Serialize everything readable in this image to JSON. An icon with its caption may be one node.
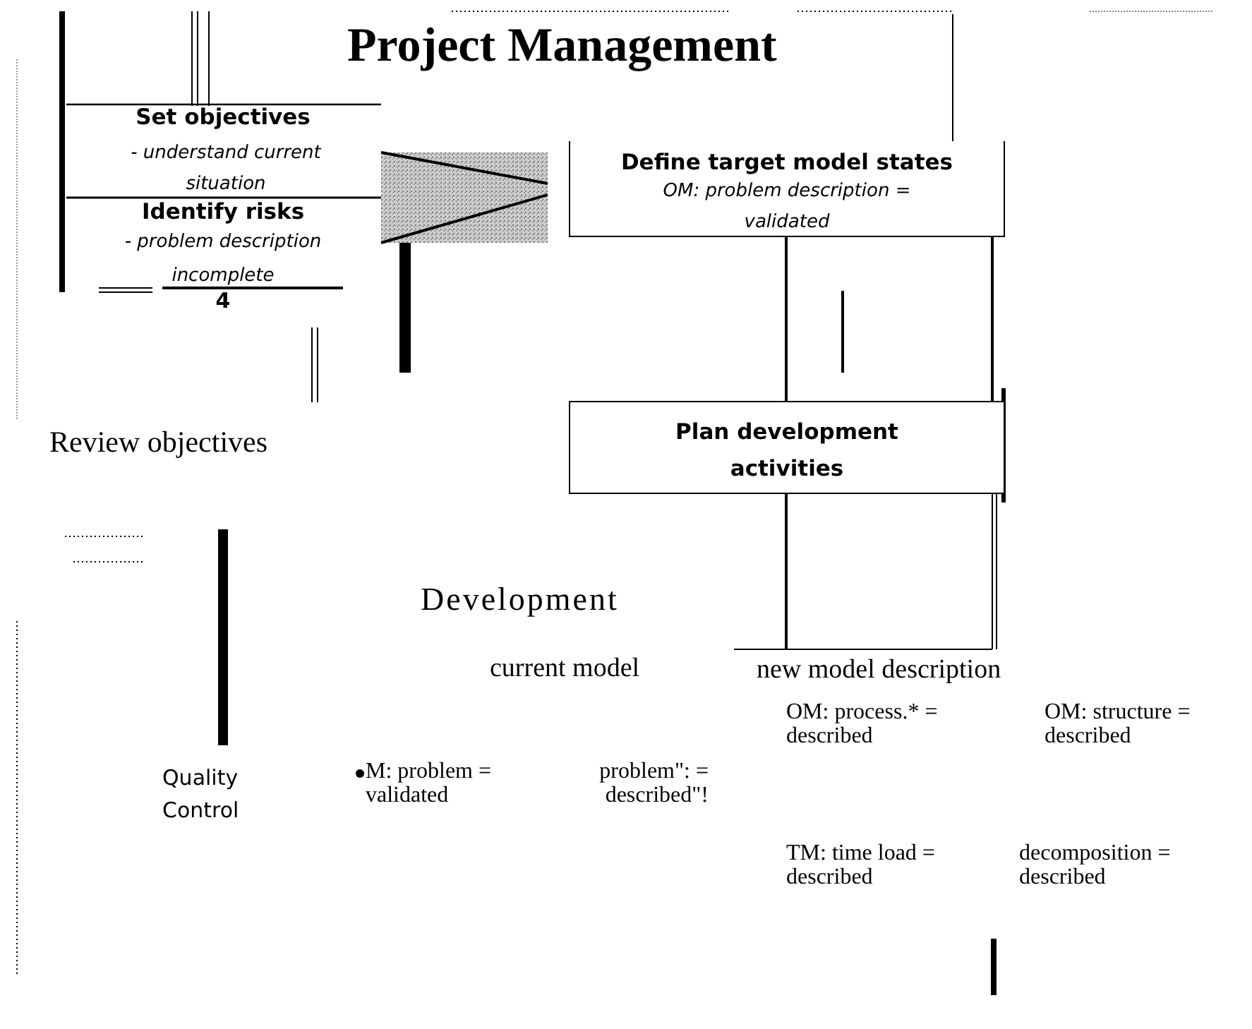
{
  "diagram": {
    "title": "Project Management",
    "nodes": [
      {
        "text": [
          "Define target model states",
          "OM: problem description = validated"
        ]
      },
      {
        "text": [
          "Plan development activities"
        ]
      }
    ],
    "edges": [
      {
        "from": 0,
        "to": 1,
        "arrow": "none"
      },
      {
        "from": 0,
        "to": 1,
        "arrow": "none"
      }
    ],
    "labels": [
      "Set objectives",
      "- understand current situation",
      "Identify risks",
      "- problem description incomplete",
      "4",
      "Review objectives",
      "Development",
      "current model",
      "new model description",
      "OM: process.* = described",
      "OM: structure = described",
      "Quality Control",
      "M: problem = validated",
      "problem\": = described\"!",
      "TM: time load = described",
      "decomposition = described"
    ]
  }
}
